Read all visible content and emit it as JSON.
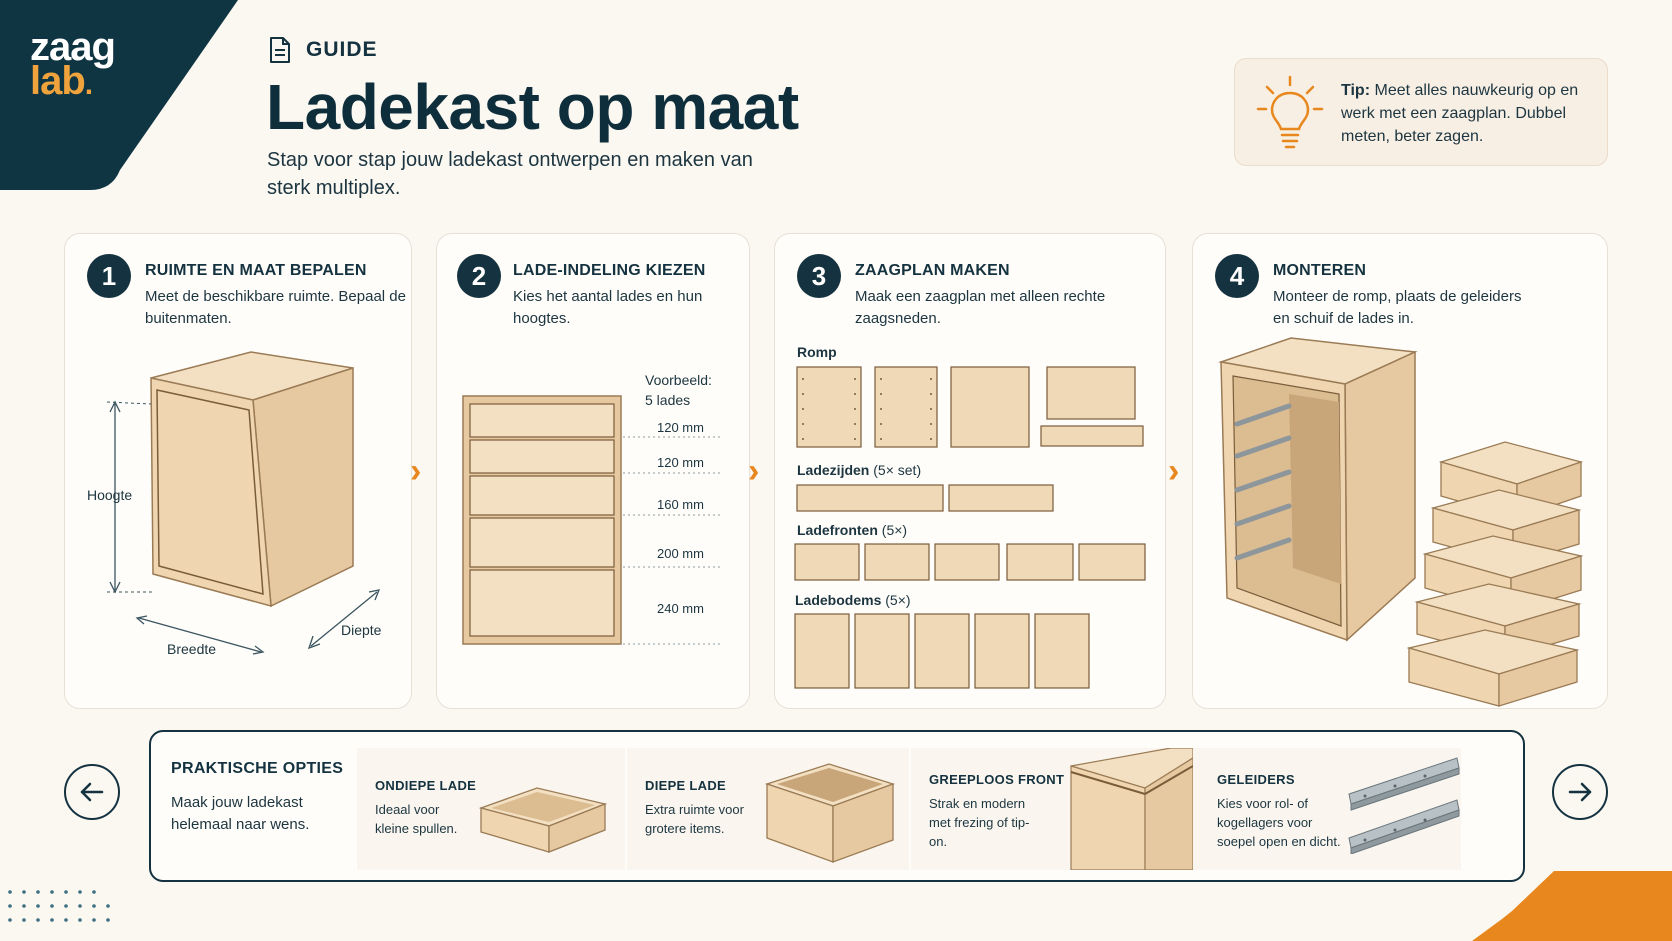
{
  "logo": {
    "line1": "zaag",
    "line2": "lab",
    "dot": "."
  },
  "header": {
    "guide_label": "GUIDE",
    "title": "Ladekast op maat",
    "subtitle": "Stap voor stap jouw ladekast ontwerpen en maken van sterk multiplex."
  },
  "tip": {
    "label": "Tip:",
    "text": "Meet alles nauwkeurig op en werk met een zaagplan. Dubbel meten, beter zagen."
  },
  "steps": [
    {
      "num": "1",
      "title": "RUIMTE EN MAAT BEPALEN",
      "desc": "Meet de beschikbare ruimte. Bepaal de buitenmaten."
    },
    {
      "num": "2",
      "title": "LADE-INDELING KIEZEN",
      "desc": "Kies het aantal lades en hun hoogtes."
    },
    {
      "num": "3",
      "title": "ZAAGPLAN MAKEN",
      "desc": "Maak een zaagplan met alleen rechte zaagsneden."
    },
    {
      "num": "4",
      "title": "MONTEREN",
      "desc": "Monteer de romp, plaats de geleiders en schuif de lades in."
    }
  ],
  "dimensions": {
    "height": "Hoogte",
    "width": "Breedte",
    "depth": "Diepte"
  },
  "drawer_example": {
    "heading_1": "Voorbeeld:",
    "heading_2": "5 lades",
    "heights": [
      "120 mm",
      "120 mm",
      "160 mm",
      "200 mm",
      "240 mm"
    ]
  },
  "cut_plan": {
    "romp": "Romp",
    "ladezijden": "Ladezijden",
    "ladezijden_count": "(5× set)",
    "ladefronten": "Ladefronten",
    "ladefronten_count": "(5×)",
    "ladebodems": "Ladebodems",
    "ladebodems_count": "(5×)"
  },
  "options": {
    "title": "PRAKTISCHE OPTIES",
    "desc": "Maak jouw ladekast helemaal naar wens.",
    "items": [
      {
        "title": "ONDIEPE LADE",
        "desc": "Ideaal voor kleine spullen."
      },
      {
        "title": "DIEPE LADE",
        "desc": "Extra ruimte voor grotere items."
      },
      {
        "title": "GREEPLOOS FRONT",
        "desc": "Strak en modern met frezing of tip-on."
      },
      {
        "title": "GELEIDERS",
        "desc": "Kies voor rol- of kogellagers voor soepel open en dicht."
      }
    ]
  },
  "colors": {
    "navy": "#14323f",
    "orange": "#e8871e",
    "wood": "#ecd3ad",
    "background": "#fbf8f2"
  }
}
